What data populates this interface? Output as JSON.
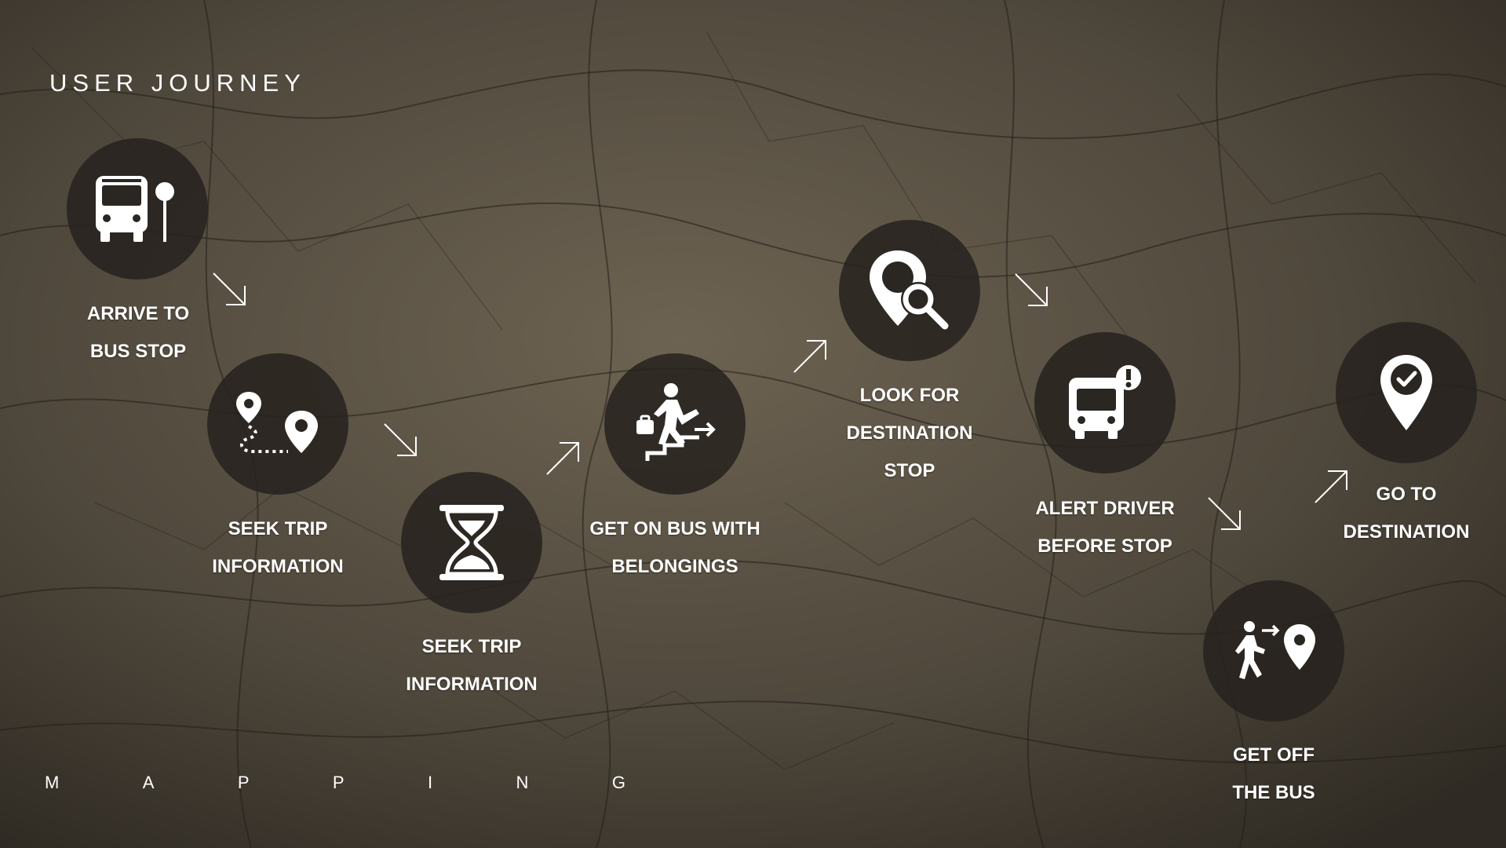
{
  "header": {
    "title": "USER JOURNEY"
  },
  "footer": {
    "mapping_letters": [
      "M",
      "A",
      "P",
      "P",
      "I",
      "N",
      "G"
    ]
  },
  "steps": [
    {
      "icon": "bus-stop-icon",
      "lines": [
        "ARRIVE TO",
        "BUS STOP"
      ]
    },
    {
      "icon": "route-icon",
      "lines": [
        "SEEK TRIP",
        "INFORMATION"
      ]
    },
    {
      "icon": "hourglass-icon",
      "lines": [
        "SEEK TRIP",
        "INFORMATION"
      ]
    },
    {
      "icon": "boarding-icon",
      "lines": [
        "GET ON BUS WITH",
        "BELONGINGS"
      ]
    },
    {
      "icon": "location-search-icon",
      "lines": [
        "LOOK FOR",
        "DESTINATION",
        "STOP"
      ]
    },
    {
      "icon": "bus-alert-icon",
      "lines": [
        "ALERT DRIVER",
        "BEFORE STOP"
      ]
    },
    {
      "icon": "walk-to-pin-icon",
      "lines": [
        "GET OFF",
        "THE BUS"
      ]
    },
    {
      "icon": "location-check-icon",
      "lines": [
        "GO TO",
        "DESTINATION"
      ]
    }
  ]
}
